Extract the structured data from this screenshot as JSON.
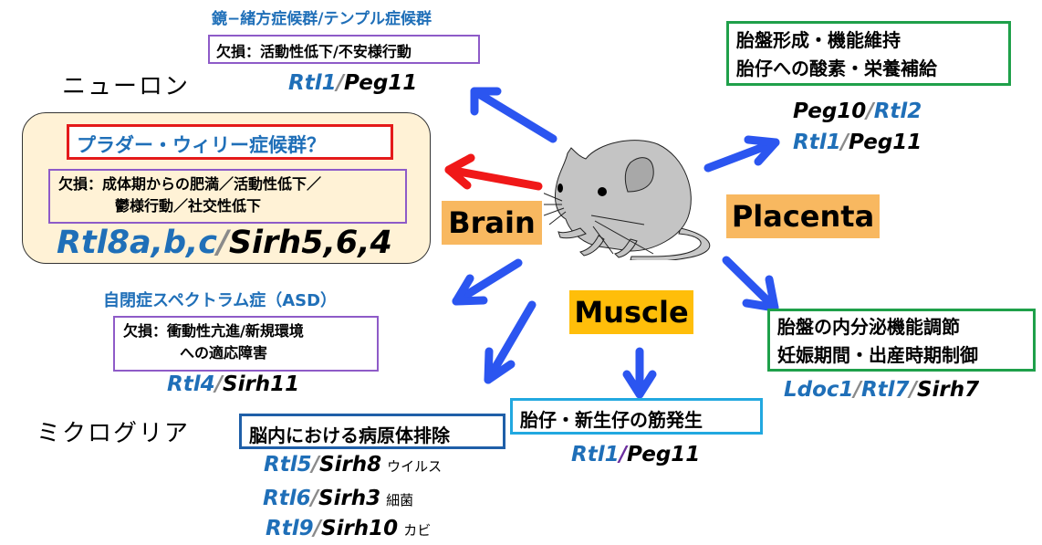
{
  "center": {
    "icon": "mouse-illustration",
    "tags": {
      "brain": "Brain",
      "placenta": "Placenta",
      "muscle": "Muscle"
    }
  },
  "colors": {
    "gene_blue": "#1F6FB8",
    "arrow_blue": "#2B55F0",
    "arrow_red": "#F01818",
    "brain_tag": "#F8B860",
    "placenta_tag": "#F8B860",
    "muscle_tag": "#FFBE0A",
    "panel_bg": "#FFF2D6"
  },
  "cell_labels": {
    "neuron": "ニューロン",
    "microglia": "ミクログリア"
  },
  "kagami": {
    "title": "鏡−緒方症候群/テンプル症候群",
    "deficit": "欠損：活動性低下/不安様行動",
    "gene_a": "Rtl1",
    "slash": "/",
    "gene_b": "Peg11"
  },
  "prader": {
    "title": "プラダー・ウィリー症候群？",
    "deficit_line1": "欠損：成体期からの肥満／活動性低下／",
    "deficit_line2": "鬱様行動／社交性低下",
    "gene_a": "Rtl8a,b,c",
    "slash": "/",
    "gene_b": "Sirh5,6,4"
  },
  "asd": {
    "title": "自閉症スペクトラム症（ASD）",
    "deficit_line1": "欠損：衝動性亢進/新規環境",
    "deficit_line2": "への適応障害",
    "gene_a": "Rtl4",
    "slash": "/",
    "gene_b": "Sirh11"
  },
  "microglia": {
    "title": "脳内における病原体排除",
    "genes": [
      {
        "a": "Rtl5",
        "slash": "/",
        "b": "Sirh8",
        "note": "ウイルス"
      },
      {
        "a": "Rtl6",
        "slash": "/",
        "b": "Sirh3",
        "note": "細菌"
      },
      {
        "a": "Rtl9",
        "slash": "/",
        "b": "Sirh10",
        "note": "カビ"
      }
    ]
  },
  "muscle_box": {
    "title": "胎仔・新生仔の筋発生",
    "gene_a": "Rtl1",
    "slash": "/",
    "gene_b": "Peg11"
  },
  "placenta_top": {
    "line1": "胎盤形成・機能維持",
    "line2": "胎仔への酸素・栄養補給",
    "genes": [
      {
        "a": "Peg10",
        "slash": "/",
        "b": "Rtl2",
        "a_color": "black",
        "b_color": "blue"
      },
      {
        "a": "Rtl1",
        "slash": "/",
        "b": "Peg11",
        "a_color": "blue",
        "b_color": "black"
      }
    ]
  },
  "placenta_bottom": {
    "line1": "胎盤の内分泌機能調節",
    "line2": "妊娠期間・出産時期制御",
    "gene_a": "Ldoc1",
    "slash1": "/",
    "gene_b": "Rtl7",
    "slash2": "/",
    "gene_c": "Sirh7"
  }
}
